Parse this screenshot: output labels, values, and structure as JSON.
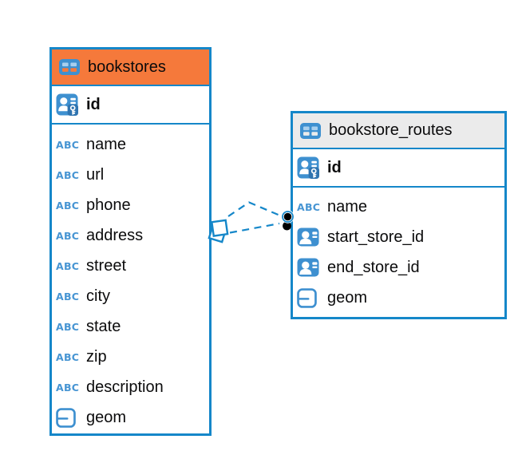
{
  "diagram_type": "entity-relationship",
  "colors": {
    "background": "#FFFFFF",
    "accent_blue": "#1587C9",
    "icon_blue": "#3E90D0",
    "icon_blue_light": "#A8CFEE",
    "bookstores_header": "#F5793B",
    "bookstore_routes_header": "#EBEBEB",
    "text": "#0B0B0C",
    "relationship_dot": "#000000"
  },
  "icons": {
    "text_type_label": "ABC"
  },
  "tables": [
    {
      "name": "bookstores",
      "header_color": "#F5793B",
      "primary_key": {
        "name": "id",
        "type": "primary-key"
      },
      "columns": [
        {
          "name": "name",
          "type": "text"
        },
        {
          "name": "url",
          "type": "text"
        },
        {
          "name": "phone",
          "type": "text"
        },
        {
          "name": "address",
          "type": "text"
        },
        {
          "name": "street",
          "type": "text"
        },
        {
          "name": "city",
          "type": "text"
        },
        {
          "name": "state",
          "type": "text"
        },
        {
          "name": "zip",
          "type": "text"
        },
        {
          "name": "description",
          "type": "text"
        },
        {
          "name": "geom",
          "type": "geometry"
        }
      ]
    },
    {
      "name": "bookstore_routes",
      "header_color": "#EBEBEB",
      "primary_key": {
        "name": "id",
        "type": "primary-key"
      },
      "columns": [
        {
          "name": "name",
          "type": "text"
        },
        {
          "name": "start_store_id",
          "type": "foreign-key"
        },
        {
          "name": "end_store_id",
          "type": "foreign-key"
        },
        {
          "name": "geom",
          "type": "geometry"
        }
      ]
    }
  ],
  "relationships": [
    {
      "from_table": "bookstore_routes",
      "from_column": "start_store_id",
      "to_table": "bookstores",
      "to_column": "id",
      "line_style": "dashed",
      "source_marker": "black-dot",
      "target_marker": "white-square"
    },
    {
      "from_table": "bookstore_routes",
      "from_column": "end_store_id",
      "to_table": "bookstores",
      "to_column": "id",
      "line_style": "dashed",
      "source_marker": "black-dot",
      "target_marker": "white-square"
    }
  ]
}
